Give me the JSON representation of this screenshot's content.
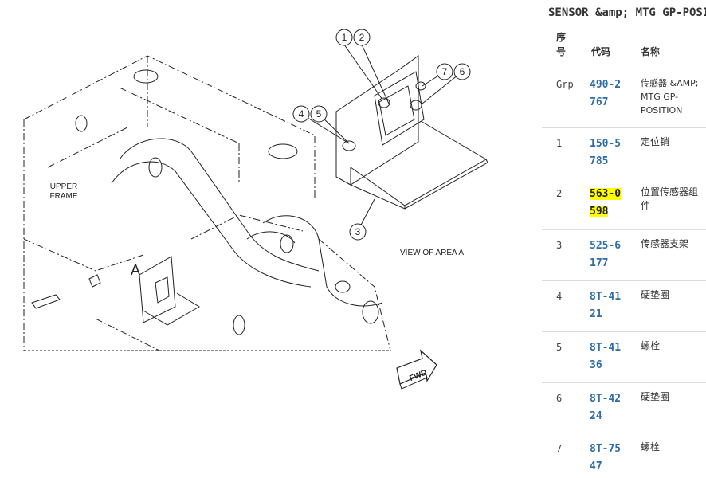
{
  "diagram": {
    "upper_frame_label_1": "UPPER",
    "upper_frame_label_2": "FRAME",
    "area_marker": "A",
    "view_label": "VIEW OF AREA A",
    "fwd_label": "FWD",
    "callouts": [
      "1",
      "2",
      "3",
      "4",
      "5",
      "6",
      "7"
    ]
  },
  "panel": {
    "title": "SENSOR &amp; MTG GP-POSITION",
    "headers": {
      "seq": "序号",
      "code": "代码",
      "name": "名称"
    },
    "rows": [
      {
        "seq": "Grp",
        "code": "490-2767",
        "name": "传感器 &AMP; MTG GP-POSITION",
        "highlight": false
      },
      {
        "seq": "1",
        "code": "150-5785",
        "name": "定位销",
        "highlight": false
      },
      {
        "seq": "2",
        "code": "563-0598",
        "name": "位置传感器组件",
        "highlight": true
      },
      {
        "seq": "3",
        "code": "525-6177",
        "name": "传感器支架",
        "highlight": false
      },
      {
        "seq": "4",
        "code": "8T-4121",
        "name": "硬垫圈",
        "highlight": false
      },
      {
        "seq": "5",
        "code": "8T-4136",
        "name": "螺栓",
        "highlight": false
      },
      {
        "seq": "6",
        "code": "8T-4224",
        "name": "硬垫圈",
        "highlight": false
      },
      {
        "seq": "7",
        "code": "8T-7547",
        "name": "螺栓",
        "highlight": false
      }
    ]
  },
  "colors": {
    "link": "#2f6da8",
    "highlight": "#ffff00",
    "text": "#333333",
    "divider": "#d7dde3"
  }
}
